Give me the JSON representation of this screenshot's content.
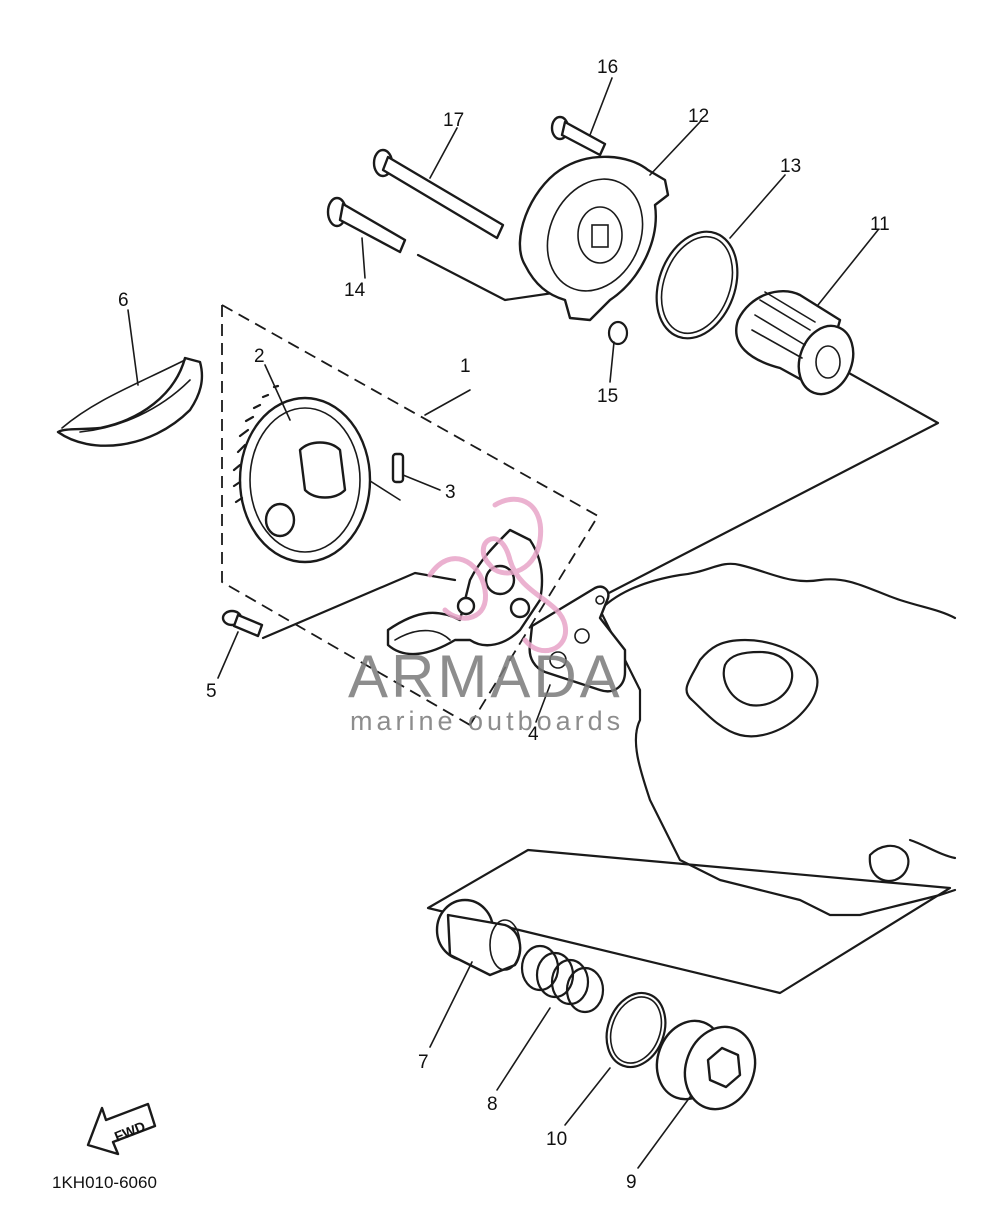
{
  "diagram": {
    "code": "1KH010-6060",
    "fwd": "FWD",
    "labels": {
      "l1": "1",
      "l2": "2",
      "l3": "3",
      "l4": "4",
      "l5": "5",
      "l6": "6",
      "l7": "7",
      "l8": "8",
      "l9": "9",
      "l10": "10",
      "l11": "11",
      "l12": "12",
      "l13": "13",
      "l14": "14",
      "l15": "15",
      "l16": "16",
      "l17": "17"
    }
  },
  "watermark": {
    "brand": "ARMADA",
    "tagline": "marine outboards",
    "brand_color": "#7a7a7a",
    "accent_color": "#e8a4c8"
  }
}
